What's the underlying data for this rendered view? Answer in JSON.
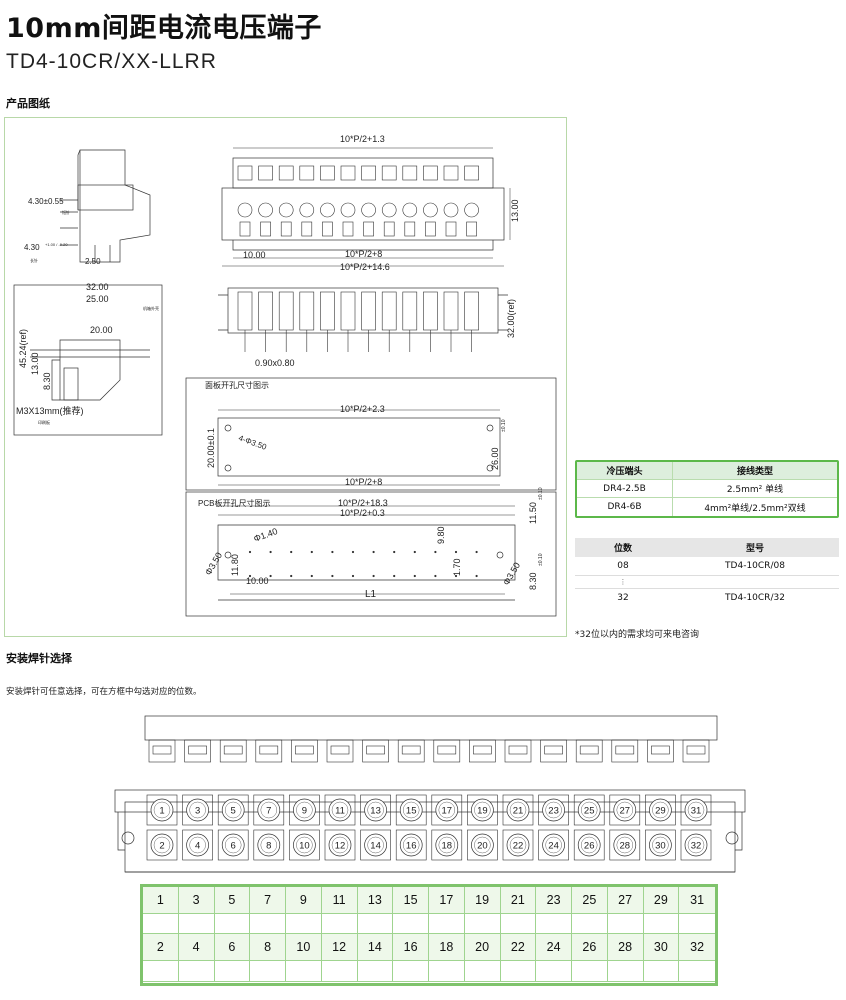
{
  "header": {
    "title": "10mm间距电流电压端子",
    "model": "TD4-10CR/XX-LLRR"
  },
  "sections": {
    "drawing": "产品图纸",
    "pin_select": "安装焊针选择",
    "pin_desc": "安装焊针可任意选择，可在方框中勾选对应的位数。"
  },
  "drawing_labels": {
    "dim_top": "10*P/2+1.3",
    "dim_bottom1": "10*P/2+8",
    "dim_bottom2": "10*P/2+14.6",
    "dim_h13": "13.00",
    "dim_10": "10.00",
    "dim_32ref": "32.00(ref)",
    "dim_pin": "0.90x0.80",
    "side_430a": "4.30±0.55",
    "side_small_a": "短针",
    "side_430b": "4.30",
    "side_430b_tol": "+1.00 / -0.20",
    "side_small_b": "长针",
    "side_250": "2.50",
    "m_32": "32.00",
    "m_25": "25.00",
    "m_20": "20.00",
    "m_4524": "45.24(ref)",
    "m_13": "13.00",
    "m_83": "8.30",
    "m_screw": "M3X13mm(推荐)",
    "m_plate": "机箱外壳",
    "m_pcb": "印刷板",
    "panel_title": "面板开孔尺寸图示",
    "panel_dim_top": "10*P/2+2.3",
    "panel_dim_bottom": "10*P/2+8",
    "panel_h": "20.00±0.1",
    "panel_hole": "4-Φ3.50",
    "panel_26": "26.00",
    "panel_26_tol": "±0.10",
    "pcb_title": "PCB板开孔尺寸图示",
    "pcb_dim1": "10*P/2+18.3",
    "pcb_dim2": "10*P/2+0.3",
    "pcb_1150": "11.50",
    "pcb_1150_tol": "±0.10",
    "pcb_140": "Φ1.40",
    "pcb_350a": "Φ3.50",
    "pcb_1180": "11.80",
    "pcb_10": "10.00",
    "pcb_980": "9.80",
    "pcb_170": "1.70",
    "pcb_350b": "Φ3.50",
    "pcb_830": "8.30",
    "pcb_830_tol": "±0.10",
    "pcb_l1": "L1"
  },
  "terminal_table": {
    "headers": [
      "冷压端头",
      "接线类型"
    ],
    "rows": [
      [
        "DR4-2.5B",
        "2.5mm² 单线"
      ],
      [
        "DR4-6B",
        "4mm²单线/2.5mm²双线"
      ]
    ]
  },
  "model_table": {
    "headers": [
      "位数",
      "型号"
    ],
    "rows": [
      [
        "08",
        "TD4-10CR/08"
      ],
      [
        "32",
        "TD4-10CR/32"
      ]
    ],
    "dots": "⋮"
  },
  "note": "*32位以内的需求均可来电咨询",
  "connector_top_numbers": [
    "1",
    "3",
    "5",
    "7",
    "9",
    "11",
    "13",
    "15",
    "17",
    "19",
    "21",
    "23",
    "25",
    "27",
    "29",
    "31"
  ],
  "connector_bottom_numbers": [
    "2",
    "4",
    "6",
    "8",
    "10",
    "12",
    "14",
    "16",
    "18",
    "20",
    "22",
    "24",
    "26",
    "28",
    "30",
    "32"
  ],
  "colors": {
    "accent_green": "#5cb84a",
    "light_green": "#eef8ea",
    "line": "#333333"
  }
}
